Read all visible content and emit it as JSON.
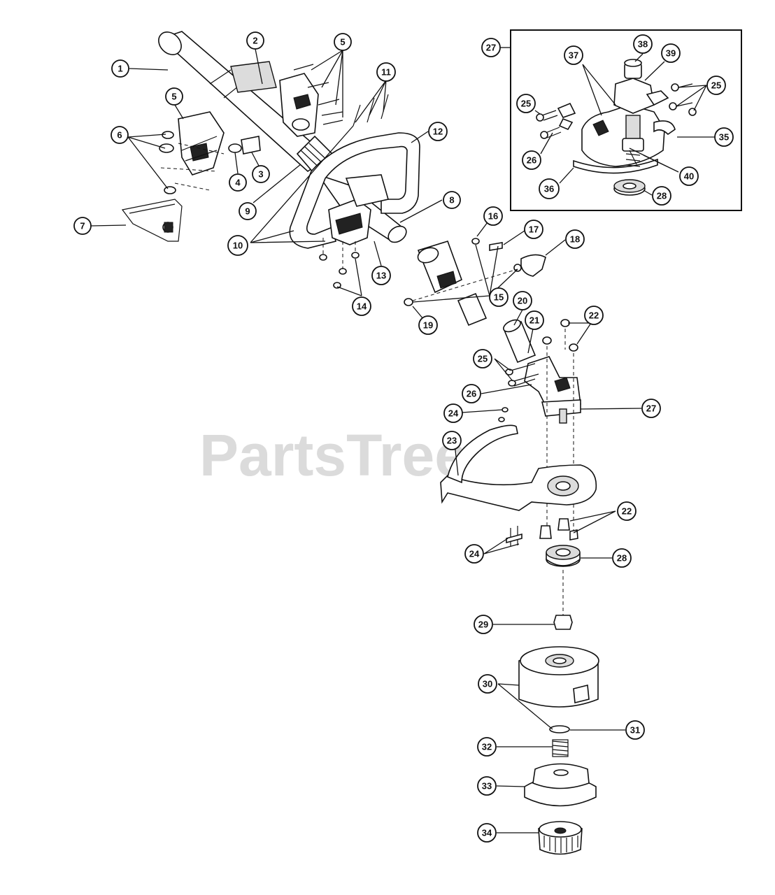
{
  "watermark": "PartsTree",
  "inset_label": "27",
  "callouts": [
    {
      "id": "c1",
      "label": "1"
    },
    {
      "id": "c2",
      "label": "2"
    },
    {
      "id": "c3",
      "label": "3"
    },
    {
      "id": "c4",
      "label": "4"
    },
    {
      "id": "c5a",
      "label": "5"
    },
    {
      "id": "c5b",
      "label": "5"
    },
    {
      "id": "c6",
      "label": "6"
    },
    {
      "id": "c7",
      "label": "7"
    },
    {
      "id": "c8",
      "label": "8"
    },
    {
      "id": "c9",
      "label": "9"
    },
    {
      "id": "c10",
      "label": "10"
    },
    {
      "id": "c11",
      "label": "11"
    },
    {
      "id": "c12",
      "label": "12"
    },
    {
      "id": "c13",
      "label": "13"
    },
    {
      "id": "c14",
      "label": "14"
    },
    {
      "id": "c15",
      "label": "15"
    },
    {
      "id": "c16",
      "label": "16"
    },
    {
      "id": "c17",
      "label": "17"
    },
    {
      "id": "c18",
      "label": "18"
    },
    {
      "id": "c19",
      "label": "19"
    },
    {
      "id": "c20",
      "label": "20"
    },
    {
      "id": "c21",
      "label": "21"
    },
    {
      "id": "c22a",
      "label": "22"
    },
    {
      "id": "c22b",
      "label": "22"
    },
    {
      "id": "c23",
      "label": "23"
    },
    {
      "id": "c24a",
      "label": "24"
    },
    {
      "id": "c24b",
      "label": "24"
    },
    {
      "id": "c25",
      "label": "25"
    },
    {
      "id": "c26",
      "label": "26"
    },
    {
      "id": "c27",
      "label": "27"
    },
    {
      "id": "c28",
      "label": "28"
    },
    {
      "id": "c29",
      "label": "29"
    },
    {
      "id": "c30",
      "label": "30"
    },
    {
      "id": "c31",
      "label": "31"
    },
    {
      "id": "c32",
      "label": "32"
    },
    {
      "id": "c33",
      "label": "33"
    },
    {
      "id": "c34",
      "label": "34"
    },
    {
      "id": "i38",
      "label": "38"
    },
    {
      "id": "i37",
      "label": "37"
    },
    {
      "id": "i39",
      "label": "39"
    },
    {
      "id": "i25a",
      "label": "25"
    },
    {
      "id": "i25b",
      "label": "25"
    },
    {
      "id": "i26",
      "label": "26"
    },
    {
      "id": "i35",
      "label": "35"
    },
    {
      "id": "i36",
      "label": "36"
    },
    {
      "id": "i40",
      "label": "40"
    },
    {
      "id": "i28",
      "label": "28"
    }
  ]
}
